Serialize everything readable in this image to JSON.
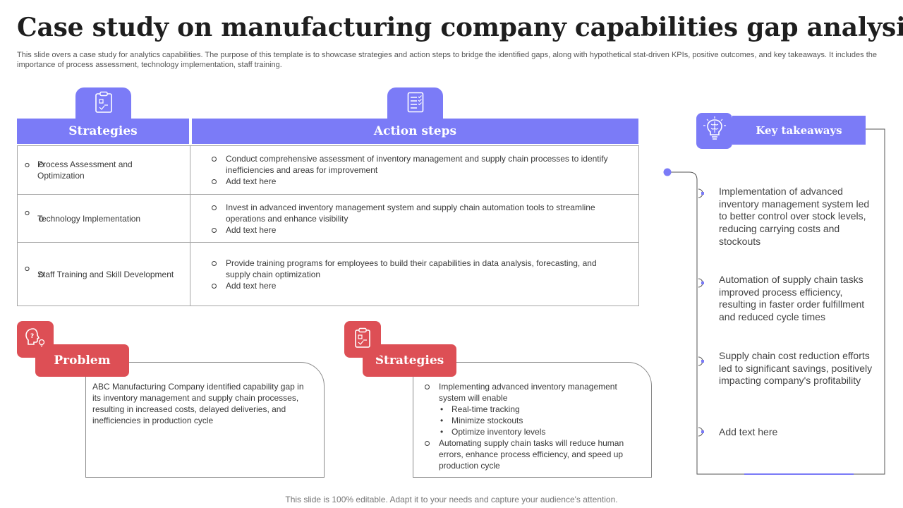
{
  "title": "Case study on manufacturing company capabilities gap analysis",
  "subtitle": "This slide overs a case study for analytics capabilities. The purpose of this template is to showcase strategies and action steps to bridge the identified gaps, along with hypothetical stat-driven KPIs, positive outcomes, and key takeaways. It includes the importance of process assessment, technology implementation, staff training.",
  "table": {
    "headers": {
      "strategies": "Strategies",
      "action_steps": "Action steps"
    },
    "rows": [
      {
        "strategy": "Process Assessment and Optimization",
        "actions": [
          "Conduct comprehensive  assessment of inventory management and supply chain processes to identify inefficiencies and areas for improvement",
          "Add text here"
        ]
      },
      {
        "strategy": "Technology Implementation",
        "actions": [
          "Invest in advanced inventory management system and supply chain automation tools to streamline operations and enhance visibility",
          "Add text here"
        ]
      },
      {
        "strategy": "Staff Training and Skill Development",
        "actions": [
          "Provide training programs for employees to build their capabilities in data analysis, forecasting, and supply chain optimization",
          "Add text here"
        ]
      }
    ]
  },
  "problem": {
    "label": "Problem",
    "text": "ABC Manufacturing Company identified capability gap in its inventory management and supply chain processes, resulting in increased costs, delayed deliveries, and inefficiencies in production cycle"
  },
  "strategies_box": {
    "label": "Strategies",
    "item1": "Implementing advanced inventory management system will enable",
    "sub_items": [
      "Real-time tracking",
      "Minimize stockouts",
      "Optimize inventory  levels"
    ],
    "item2": "Automating supply chain tasks will reduce human errors, enhance process efficiency, and speed up production cycle"
  },
  "key_takeaways": {
    "label": "Key takeaways",
    "items": [
      "Implementation of advanced inventory management system led to better control over stock levels, reducing carrying costs and stockouts",
      "Automation of supply chain tasks improved process efficiency, resulting in faster order fulfillment and reduced cycle times",
      "Supply chain cost reduction efforts led to significant savings, positively impacting company's profitability",
      "Add text here"
    ]
  },
  "footer": "This slide is 100% editable. Adapt it to your needs and capture your audience's attention.",
  "colors": {
    "accent_purple": "#7b7bf7",
    "accent_red": "#dd4f55"
  },
  "icons": [
    "clipboard-icon",
    "document-icon",
    "brain-bulb-icon",
    "clipboard-icon",
    "brain-bulb-icon"
  ]
}
